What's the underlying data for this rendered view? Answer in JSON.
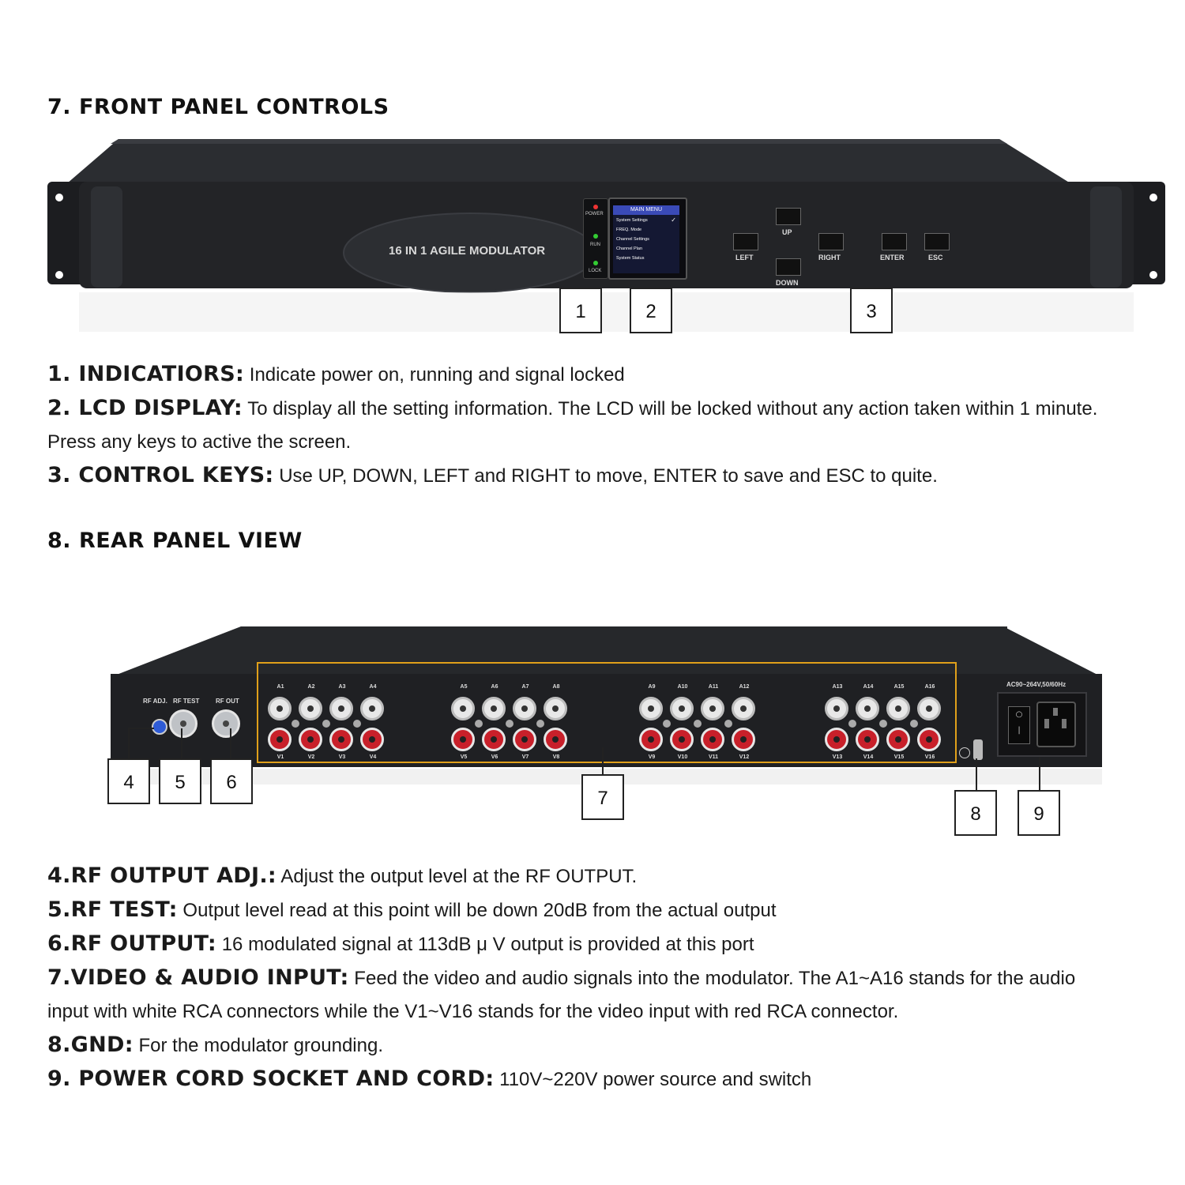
{
  "front": {
    "heading": "7. FRONT PANEL CONTROLS",
    "device_label": "16 IN 1 AGILE MODULATOR",
    "led_labels": [
      "POWER",
      "RUN",
      "LOCK"
    ],
    "lcd_title": "MAIN MENU",
    "lcd_items": [
      "System Settings",
      "FREQ. Mode",
      "Channel Settings",
      "Channel Plan",
      "System Status"
    ],
    "keys": {
      "up": "UP",
      "down": "DOWN",
      "left": "LEFT",
      "right": "RIGHT",
      "enter": "ENTER",
      "esc": "ESC"
    },
    "callouts": [
      "1",
      "2",
      "3"
    ]
  },
  "front_desc": [
    {
      "term": "1. INDICATIORS:",
      "text": " Indicate power on, running and signal locked"
    },
    {
      "term": "2. LCD DISPLAY:",
      "text": " To display all the setting information. The LCD will be locked without any action taken within 1 minute.",
      "cont": "Press any keys to active the screen."
    },
    {
      "term": "3. CONTROL KEYS:",
      "text": " Use UP, DOWN, LEFT and RIGHT to move, ENTER to save and ESC to quite."
    }
  ],
  "rear": {
    "heading": "8. REAR PANEL VIEW",
    "rf_labels": [
      "RF ADJ.",
      "RF TEST",
      "RF OUT"
    ],
    "power_label": "AC90~264V,50/60Hz",
    "audio_labels": [
      "A1",
      "A2",
      "A3",
      "A4",
      "A5",
      "A6",
      "A7",
      "A8",
      "A9",
      "A10",
      "A11",
      "A12",
      "A13",
      "A14",
      "A15",
      "A16"
    ],
    "video_labels": [
      "V1",
      "V2",
      "V3",
      "V4",
      "V5",
      "V6",
      "V7",
      "V8",
      "V9",
      "V10",
      "V11",
      "V12",
      "V13",
      "V14",
      "V15",
      "V16"
    ],
    "callouts": [
      "4",
      "5",
      "6",
      "7",
      "8",
      "9"
    ]
  },
  "rear_desc": [
    {
      "term": "4.RF OUTPUT ADJ.:",
      "text": " Adjust the output level at the RF OUTPUT."
    },
    {
      "term": "5.RF TEST:",
      "text": " Output level read at this point will be down 20dB from the actual output"
    },
    {
      "term": "6.RF OUTPUT:",
      "text": " 16 modulated signal at 113dB μ V output is provided at this port"
    },
    {
      "term": "7.VIDEO & AUDIO INPUT:",
      "text": " Feed the video and audio signals into the modulator. The A1~A16 stands for the audio",
      "cont": "input with white RCA connectors while the V1~V16 stands for the video input with red RCA connector."
    },
    {
      "term": "8.GND:",
      "text": " For the modulator grounding."
    },
    {
      "term": "9. POWER CORD SOCKET AND CORD:",
      "text": " 110V~220V power source and switch"
    }
  ]
}
